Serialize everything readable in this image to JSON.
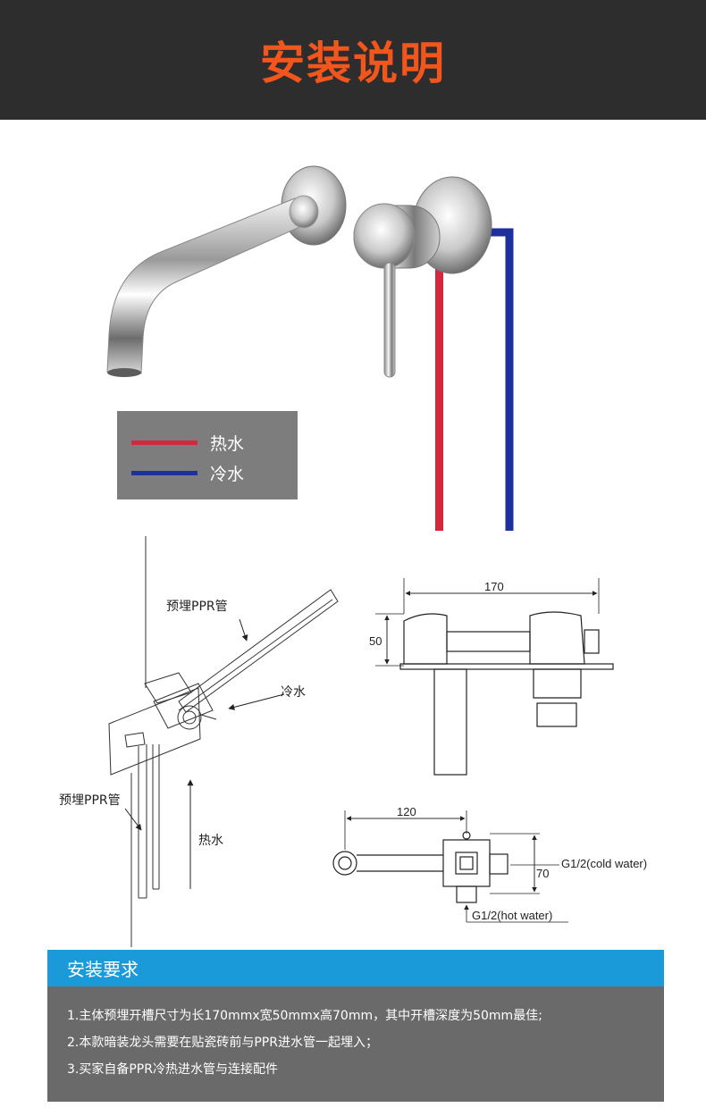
{
  "header": {
    "title": "安装说明"
  },
  "legend": {
    "hot_label": "热水",
    "cold_label": "冷水",
    "hot_color": "#d5273e",
    "cold_color": "#1e2f9e"
  },
  "install_diagram": {
    "pipe_label_top": "预埋PPR管",
    "pipe_label_bottom": "预埋PPR管",
    "cold_label": "冷水",
    "hot_label": "热水"
  },
  "side_view": {
    "width_label": "170",
    "height_label": "50"
  },
  "top_view": {
    "width_label": "120",
    "height_label": "70",
    "cold_inlet": "G1/2(cold water)",
    "hot_inlet": "G1/2(hot water)"
  },
  "requirements": {
    "title": "安装要求",
    "items": [
      "1.主体预埋开槽尺寸为长170mmx宽50mmx高70mm，其中开槽深度为50mm最佳;",
      "2.本款暗装龙头需要在贴瓷砖前与PPR进水管一起埋入；",
      "3.买家自备PPR冷热进水管与连接配件"
    ]
  }
}
